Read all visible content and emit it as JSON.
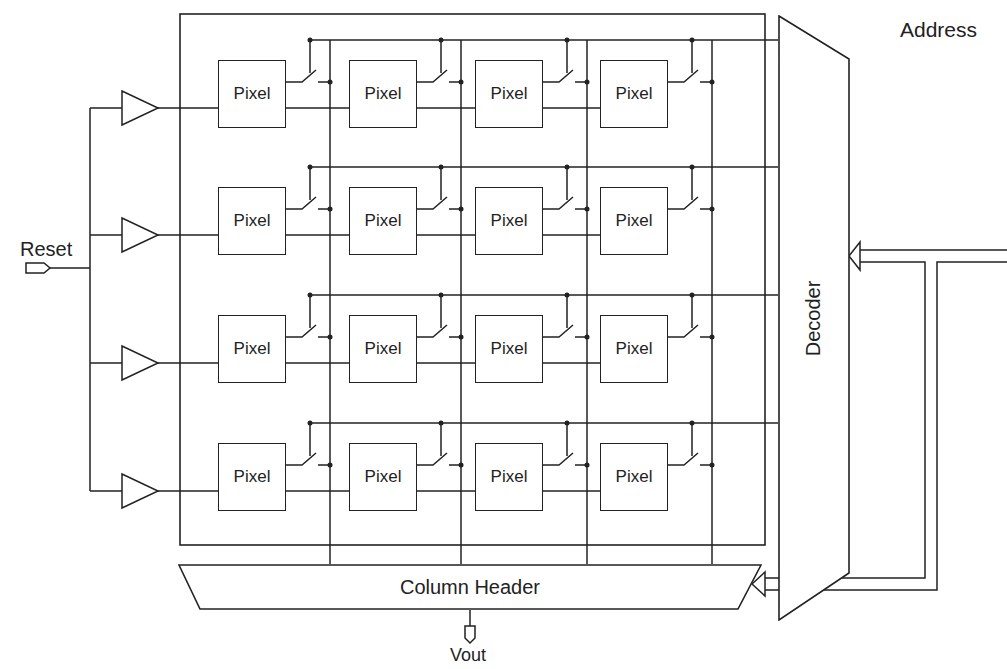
{
  "diagram": {
    "nodes": [
      {
        "text": [
          "Pixel"
        ]
      },
      {
        "text": [
          "Pixel"
        ]
      },
      {
        "text": [
          "Pixel"
        ]
      },
      {
        "text": [
          "Pixel"
        ]
      },
      {
        "text": [
          "Pixel"
        ]
      },
      {
        "text": [
          "Pixel"
        ]
      },
      {
        "text": [
          "Pixel"
        ]
      },
      {
        "text": [
          "Pixel"
        ]
      },
      {
        "text": [
          "Pixel"
        ]
      },
      {
        "text": [
          "Pixel"
        ]
      },
      {
        "text": [
          "Pixel"
        ]
      },
      {
        "text": [
          "Pixel"
        ]
      },
      {
        "text": [
          "Pixel"
        ]
      },
      {
        "text": [
          "Pixel"
        ]
      },
      {
        "text": [
          "Pixel"
        ]
      },
      {
        "text": [
          "Pixel"
        ]
      },
      {
        "text": [
          "Decoder"
        ]
      },
      {
        "text": [
          "Column Header"
        ]
      }
    ],
    "edges": [
      {
        "from": 0,
        "to": 1,
        "arrow": "none"
      },
      {
        "from": 1,
        "to": 2,
        "arrow": "none"
      },
      {
        "from": 2,
        "to": 3,
        "arrow": "none"
      },
      {
        "from": 4,
        "to": 5,
        "arrow": "none"
      },
      {
        "from": 5,
        "to": 6,
        "arrow": "none"
      },
      {
        "from": 6,
        "to": 7,
        "arrow": "none"
      },
      {
        "from": 8,
        "to": 9,
        "arrow": "none"
      },
      {
        "from": 9,
        "to": 10,
        "arrow": "none"
      },
      {
        "from": 10,
        "to": 11,
        "arrow": "none"
      },
      {
        "from": 12,
        "to": 13,
        "arrow": "none"
      },
      {
        "from": 13,
        "to": 14,
        "arrow": "none"
      },
      {
        "from": 14,
        "to": 15,
        "arrow": "none"
      }
    ],
    "labels": [
      "Reset",
      "Address",
      "Vout"
    ]
  }
}
